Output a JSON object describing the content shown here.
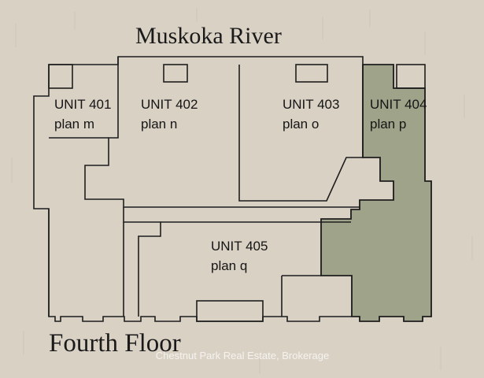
{
  "title": "Muskoka River",
  "floor": "Fourth Floor",
  "watermark": "Chestnut Park Real Estate, Brokerage",
  "colors": {
    "background": "#d9d1c4",
    "highlight": "#9fa38a",
    "wall": "#1e1e1e"
  },
  "units": [
    {
      "id": "401",
      "label": "UNIT 401",
      "plan": "plan m",
      "highlighted": false
    },
    {
      "id": "402",
      "label": "UNIT 402",
      "plan": "plan n",
      "highlighted": false
    },
    {
      "id": "403",
      "label": "UNIT 403",
      "plan": "plan o",
      "highlighted": false
    },
    {
      "id": "404",
      "label": "UNIT 404",
      "plan": "plan p",
      "highlighted": true
    },
    {
      "id": "405",
      "label": "UNIT 405",
      "plan": "plan q",
      "highlighted": false
    }
  ]
}
